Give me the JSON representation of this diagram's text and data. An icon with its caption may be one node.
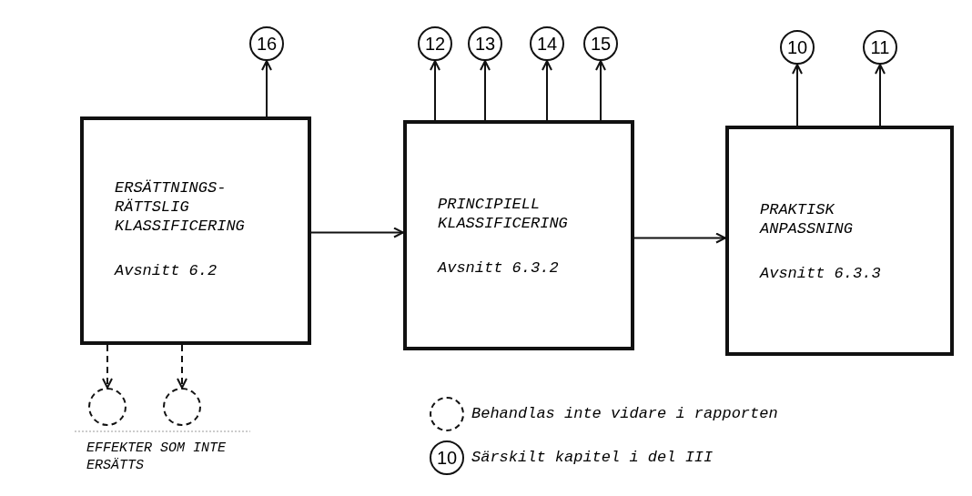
{
  "diagram": {
    "nodes": [
      {
        "text": [
          "ERSÄTTNINGS- RÄTTSLIG KLASSIFICERING",
          "Avsnitt 6.2"
        ]
      },
      {
        "text": [
          "PRINCIPIELL KLASSIFICERING",
          "Avsnitt 6.3.2"
        ]
      },
      {
        "text": [
          "PRAKTISK ANPASSNING",
          "Avsnitt 6.3.3"
        ]
      },
      {
        "text": [
          "16"
        ]
      },
      {
        "text": [
          "12"
        ]
      },
      {
        "text": [
          "13"
        ]
      },
      {
        "text": [
          "14"
        ]
      },
      {
        "text": [
          "15"
        ]
      },
      {
        "text": [
          "10"
        ]
      },
      {
        "text": [
          "11"
        ]
      },
      {
        "text": [],
        "shape": "circle"
      },
      {
        "text": [],
        "shape": "circle"
      }
    ],
    "edges": [
      {
        "from": 0,
        "to": 1,
        "arrow": "to"
      },
      {
        "from": 1,
        "to": 2,
        "arrow": "to"
      },
      {
        "from": 0,
        "to": 3,
        "arrow": "to"
      },
      {
        "from": 1,
        "to": 4,
        "arrow": "to"
      },
      {
        "from": 1,
        "to": 5,
        "arrow": "to"
      },
      {
        "from": 1,
        "to": 6,
        "arrow": "to"
      },
      {
        "from": 1,
        "to": 7,
        "arrow": "to"
      },
      {
        "from": 2,
        "to": 8,
        "arrow": "to"
      },
      {
        "from": 2,
        "to": 9,
        "arrow": "to"
      },
      {
        "from": 0,
        "to": 10,
        "arrow": "to",
        "style": "dashed"
      },
      {
        "from": 0,
        "to": 11,
        "arrow": "to",
        "style": "dashed"
      }
    ],
    "labels": [
      "EFFEKTER SOM INTE ERSÄTTS",
      "10"
    ],
    "legend": [
      {
        "text": "Behandlas inte vidare i rapporten"
      },
      {
        "text": "Särskilt kapitel i del III"
      }
    ]
  }
}
